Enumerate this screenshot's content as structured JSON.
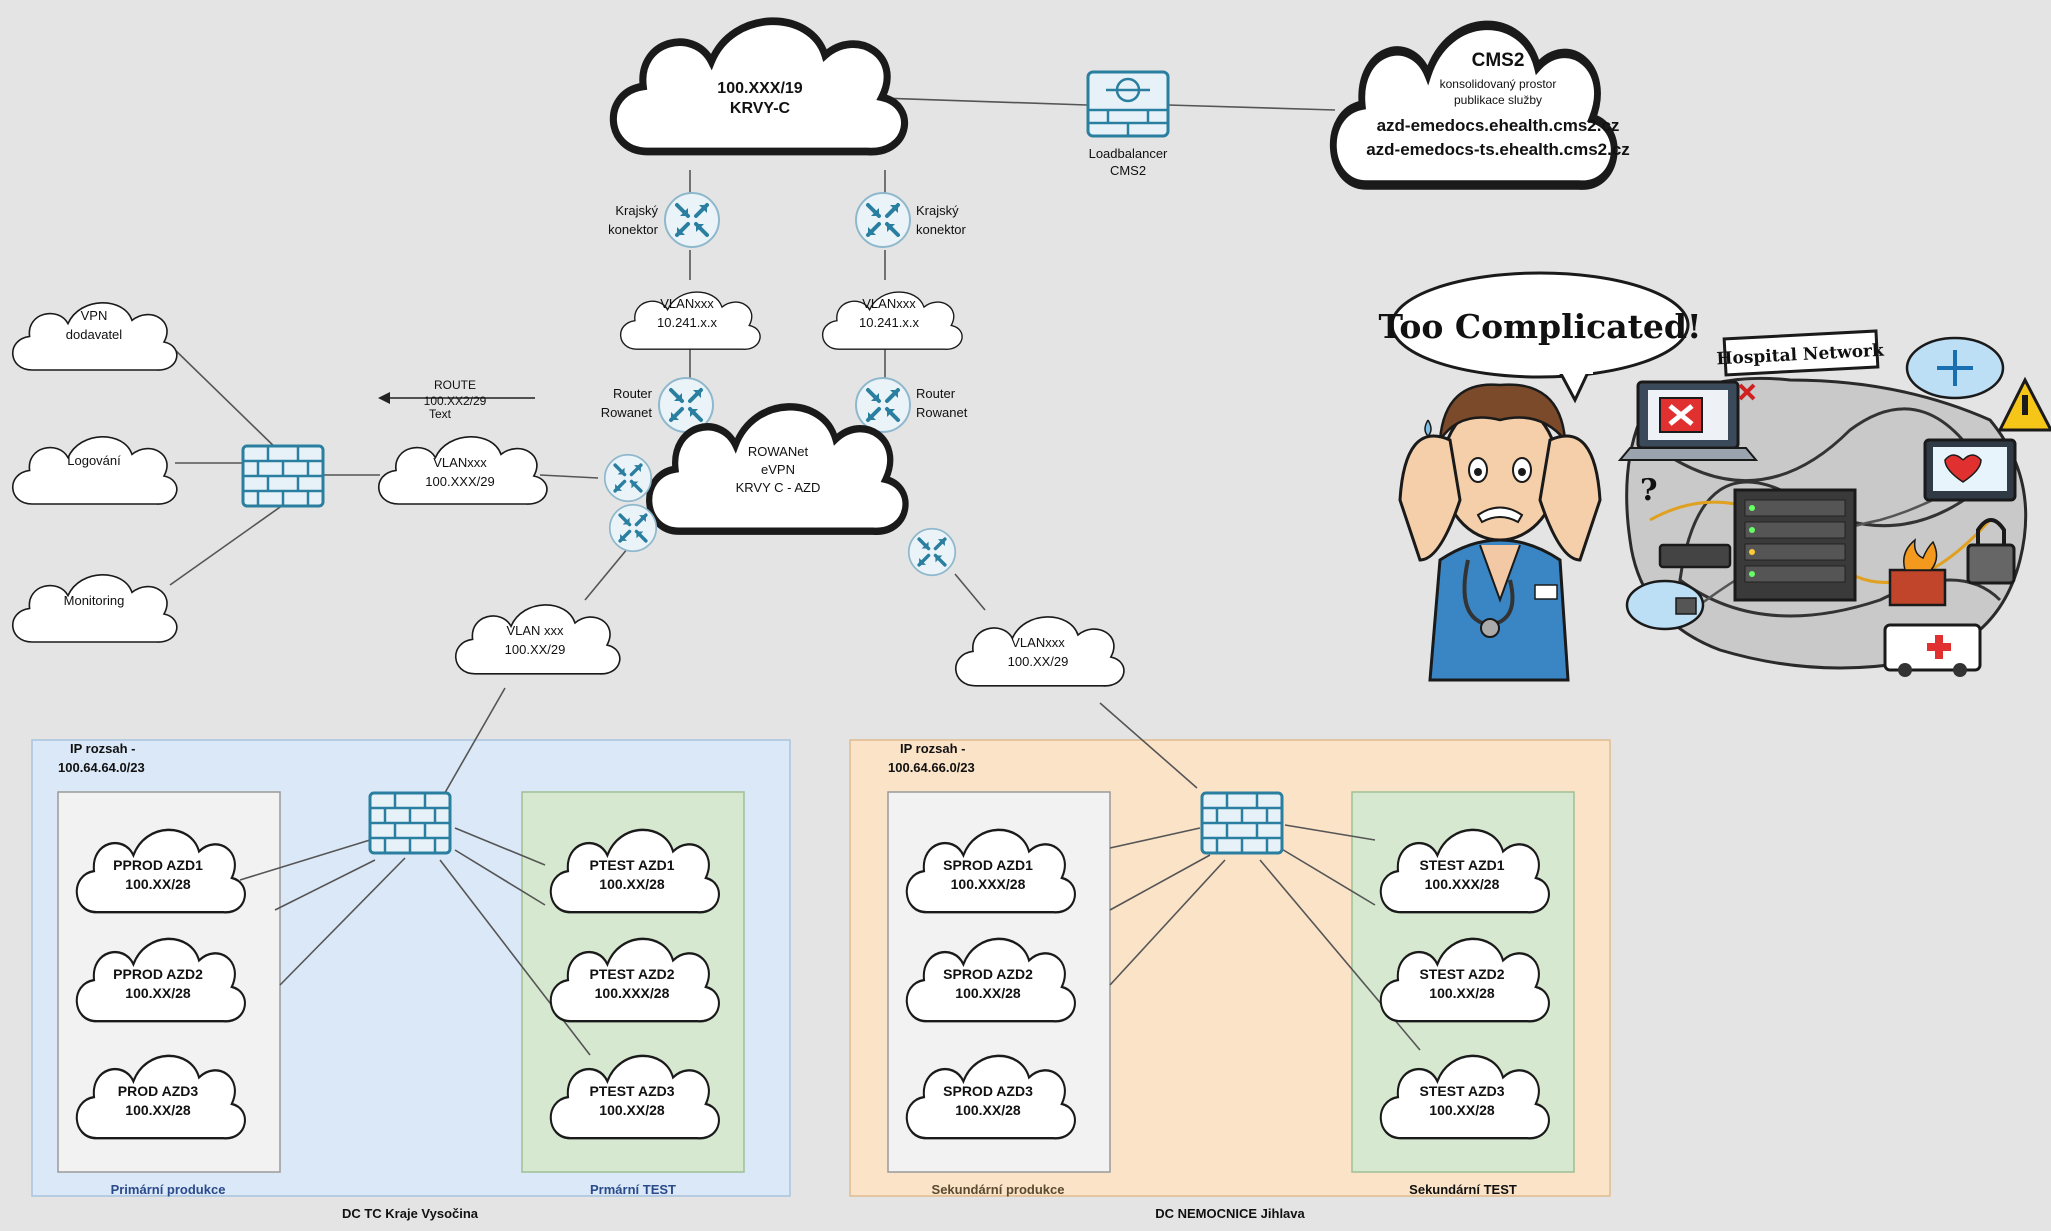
{
  "main_cloud": {
    "line1": "100.XXX/19",
    "line2": "KRVY-C"
  },
  "cms2_cloud": {
    "title": "CMS2",
    "desc1": "konsolidovaný prostor",
    "desc2": "publikace služby",
    "host1": "azd-emedocs.ehealth.cms2.cz",
    "host2": "azd-emedocs-ts.ehealth.cms2.cz"
  },
  "loadbalancer": {
    "line1": "Loadbalancer",
    "line2": "CMS2"
  },
  "connector_left": {
    "line1": "Krajský",
    "line2": "konektor"
  },
  "connector_right": {
    "line1": "Krajský",
    "line2": "konektor"
  },
  "vlan_top_left": {
    "line1": "VLANxxx",
    "line2": "10.241.x.x"
  },
  "vlan_top_right": {
    "line1": "VLANxxx",
    "line2": "10.241.x.x"
  },
  "router_left": {
    "line1": "Router",
    "line2": "Rowanet"
  },
  "router_right": {
    "line1": "Router",
    "line2": "Rowanet"
  },
  "rowanet": {
    "line1": "ROWANet",
    "line2": "eVPN",
    "line3": "KRVY C - AZD"
  },
  "route_label": {
    "line1": "ROUTE",
    "line2": "100.XX2/29",
    "line3": "Text"
  },
  "vlan_mid_left": {
    "line1": "VLANxxx",
    "line2": "100.XXX/29"
  },
  "side_clouds": {
    "vpn1": "VPN",
    "vpn2": "dodavatel",
    "log": "Logování",
    "mon": "Monitoring"
  },
  "vlan_dc_left": {
    "line1": "VLAN xxx",
    "line2": "100.XX/29"
  },
  "vlan_dc_right": {
    "line1": "VLANxxx",
    "line2": "100.XX/29"
  },
  "dc_left": {
    "ip1": "IP rozsah -",
    "ip2": "100.64.64.0/23",
    "prod_label": "Primární produkce",
    "test_label": "Prmární TEST",
    "name": "DC TC Kraje Vysočina",
    "prod": [
      {
        "name": "PPROD AZD1",
        "net": "100.XX/28"
      },
      {
        "name": "PPROD AZD2",
        "net": "100.XX/28"
      },
      {
        "name": "PROD AZD3",
        "net": "100.XX/28"
      }
    ],
    "test": [
      {
        "name": "PTEST AZD1",
        "net": "100.XX/28"
      },
      {
        "name": "PTEST AZD2",
        "net": "100.XXX/28"
      },
      {
        "name": "PTEST AZD3",
        "net": "100.XX/28"
      }
    ]
  },
  "dc_right": {
    "ip1": "IP rozsah -",
    "ip2": "100.64.66.0/23",
    "prod_label": "Sekundární produkce",
    "test_label": "Sekundární TEST",
    "name": "DC NEMOCNICE Jihlava",
    "prod": [
      {
        "name": "SPROD AZD1",
        "net": "100.XXX/28"
      },
      {
        "name": "SPROD AZD2",
        "net": "100.XX/28"
      },
      {
        "name": "SPROD AZD3",
        "net": "100.XX/28"
      }
    ],
    "test": [
      {
        "name": "STEST AZD1",
        "net": "100.XXX/28"
      },
      {
        "name": "STEST AZD2",
        "net": "100.XX/28"
      },
      {
        "name": "STEST AZD3",
        "net": "100.XX/28"
      }
    ]
  },
  "cartoon": {
    "speech": "Too Complicated!",
    "sign": "Hospital Network"
  },
  "colors": {
    "blue_zone": "#dbe8f7",
    "orange_zone": "#fbe3c8",
    "gray_box": "#f2f2f2",
    "green_box": "#d6e8cf",
    "icon_blue": "#2a7fa0",
    "icon_fill": "#e6f2f8"
  }
}
